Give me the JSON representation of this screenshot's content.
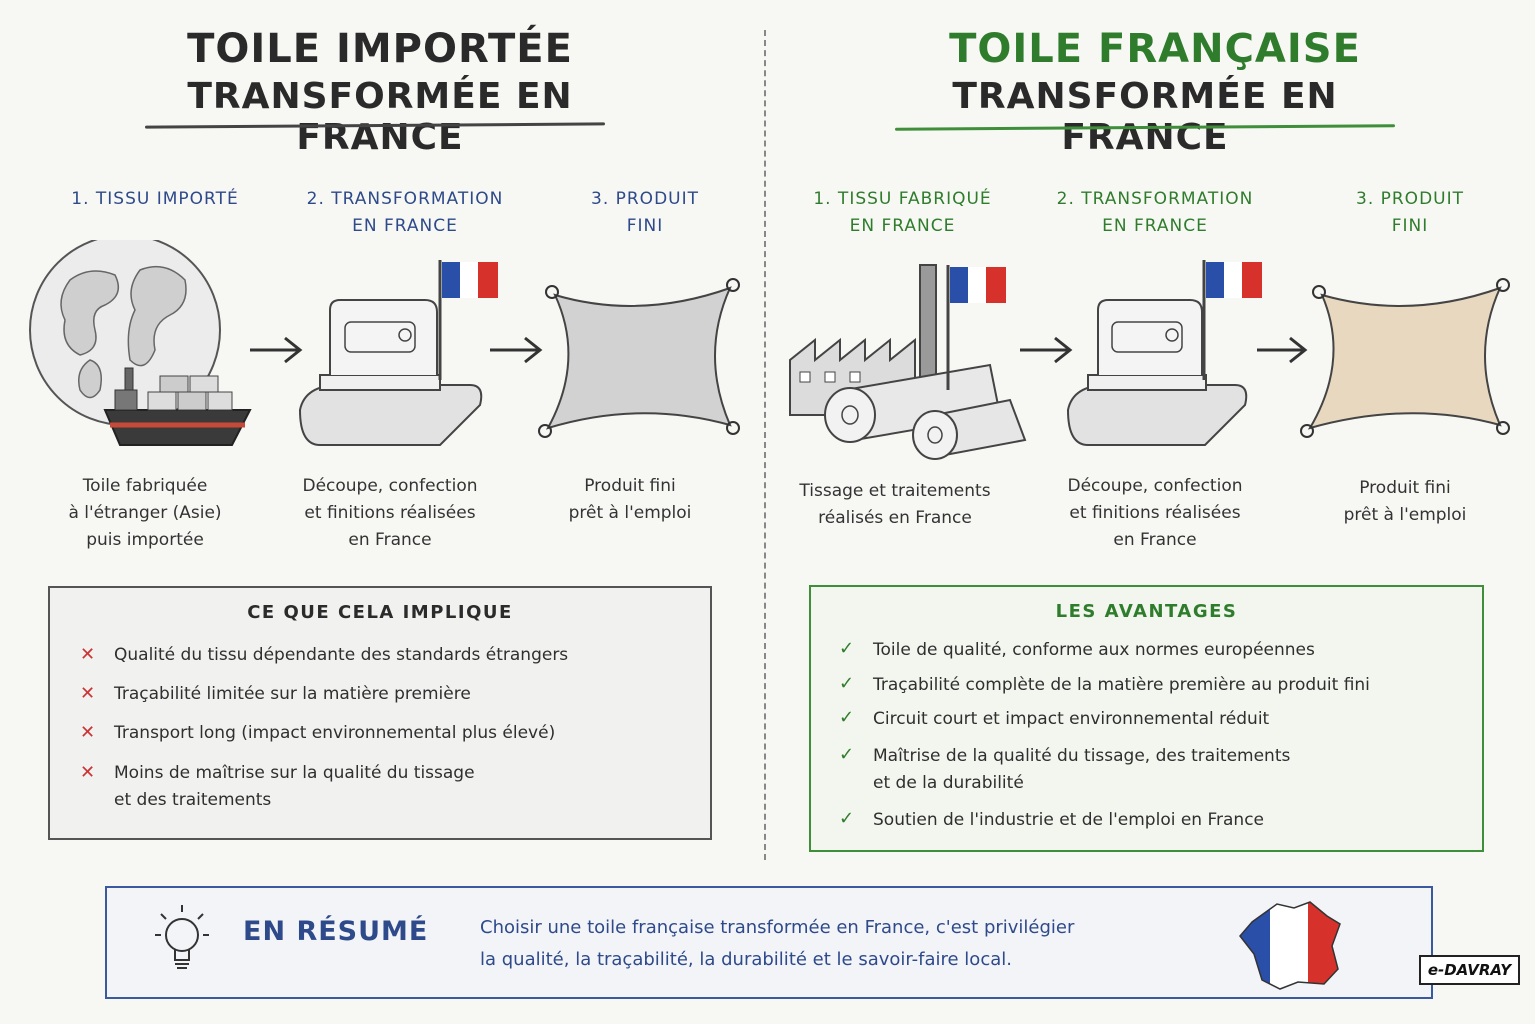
{
  "left": {
    "title_line1": "TOILE IMPORTÉE",
    "title_line2": "TRANSFORMÉE EN FRANCE",
    "steps": [
      {
        "label_line1": "1. TISSU IMPORTÉ",
        "label_line2": "",
        "desc": [
          "Toile fabriquée",
          "à l'étranger (Asie)",
          "puis importée"
        ]
      },
      {
        "label_line1": "2. TRANSFORMATION",
        "label_line2": "EN FRANCE",
        "desc": [
          "Découpe, confection",
          "et finitions réalisées",
          "en France"
        ]
      },
      {
        "label_line1": "3. PRODUIT",
        "label_line2": "FINI",
        "desc": [
          "Produit fini",
          "prêt à l'emploi"
        ]
      }
    ],
    "box_title": "CE QUE CELA IMPLIQUE",
    "items": [
      {
        "line1": "Qualité du tissu dépendante des standards étrangers",
        "line2": ""
      },
      {
        "line1": "Traçabilité limitée sur la matière première",
        "line2": ""
      },
      {
        "line1": "Transport long (impact environnemental plus élevé)",
        "line2": ""
      },
      {
        "line1": "Moins de maîtrise sur la qualité du tissage",
        "line2": "et des traitements"
      }
    ]
  },
  "right": {
    "title_line1": "TOILE FRANÇAISE",
    "title_line2": "TRANSFORMÉE EN FRANCE",
    "steps": [
      {
        "label_line1": "1. TISSU FABRIQUÉ",
        "label_line2": "EN FRANCE",
        "desc": [
          "Tissage et traitements",
          "réalisés en France"
        ]
      },
      {
        "label_line1": "2. TRANSFORMATION",
        "label_line2": "EN FRANCE",
        "desc": [
          "Découpe, confection",
          "et finitions réalisées",
          "en France"
        ]
      },
      {
        "label_line1": "3. PRODUIT",
        "label_line2": "FINI",
        "desc": [
          "Produit fini",
          "prêt à l'emploi"
        ]
      }
    ],
    "box_title": "LES AVANTAGES",
    "items": [
      {
        "line1": "Toile de qualité, conforme aux normes européennes",
        "line2": ""
      },
      {
        "line1": "Traçabilité complète de la matière première au produit fini",
        "line2": ""
      },
      {
        "line1": "Circuit court et impact environnemental réduit",
        "line2": ""
      },
      {
        "line1": "Maîtrise de la qualité du tissage, des traitements",
        "line2": "et de la durabilité"
      },
      {
        "line1": "Soutien de l'industrie et de l'emploi en France",
        "line2": ""
      }
    ]
  },
  "summary": {
    "title": "EN RÉSUMÉ",
    "line1": "Choisir une toile française transformée en France, c'est privilégier",
    "line2": "la qualité, la traçabilité, la durabilité et le savoir-faire local."
  },
  "brand": "e-DAVRAY",
  "icons": {
    "globe": "globe-icon",
    "ship": "cargo-ship-icon",
    "sewing": "sewing-machine-icon",
    "flag": "french-flag-icon",
    "shade": "shade-sail-icon",
    "factory": "factory-icon",
    "rolls": "fabric-rolls-icon",
    "bulb": "lightbulb-icon",
    "map": "france-map-icon",
    "cross": "cross-mark-icon",
    "check": "check-mark-icon",
    "arrow": "arrow-right-icon"
  },
  "colors": {
    "blue": "#2e4a8a",
    "green": "#2f7d2c",
    "red": "#c33333",
    "flag_blue": "#2a4fa8",
    "flag_red": "#d6322b"
  }
}
